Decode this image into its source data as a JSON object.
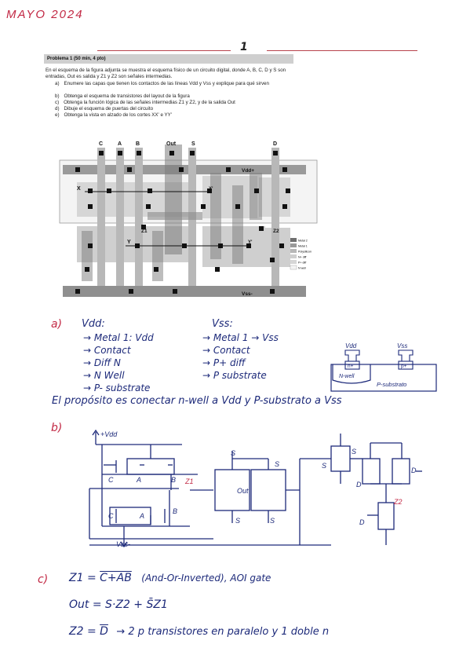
{
  "header": {
    "date": "MAYO 2024",
    "page_number": "1"
  },
  "problem": {
    "title": "Problema 1 (50 min, 4 pto)",
    "intro": "En el esquema de la figura adjunta se muestra el esquema físico de un circuito digital, donde A, B, C, D y S son entradas, Out es salida y Z1 y Z2 son señales intermedias.",
    "questions": [
      {
        "letter": "a)",
        "text": "Enumere las capas que tienen los contactos de las líneas Vdd y Vss y explique para qué sirven"
      },
      {
        "letter": "b)",
        "text": "Obtenga el esquema de transistores del layout de la figura"
      },
      {
        "letter": "c)",
        "text": "Obtenga la función lógica de las señales intermedias Z1 y Z2, y de la salida Out"
      },
      {
        "letter": "d)",
        "text": "Dibuje el esquema de puertas del circuito"
      },
      {
        "letter": "e)",
        "text": "Obtenga la vista en alzado de los cortes XX' e YY'"
      }
    ]
  },
  "layout": {
    "top_labels": [
      "C",
      "A",
      "B",
      "Out",
      "S",
      "D"
    ],
    "labels": {
      "vdd": "Vdd+",
      "vss": "Vss-",
      "x": "X",
      "x2": "X'",
      "y": "Y",
      "y2": "Y'",
      "z1": "Z1",
      "z2": "Z2"
    },
    "legend": [
      "Metal 2",
      "Metal 1",
      "Polysilicon",
      "N+ diff",
      "P+ diff",
      "N well"
    ]
  },
  "answer_a": {
    "label": "a)",
    "vdd_title": "Vdd:",
    "vdd_items": [
      "→ Metal 1: Vdd",
      "→ Contact",
      "→ Diff N",
      "→ N Well",
      "→ P- substrate"
    ],
    "vss_title": "Vss:",
    "vss_items": [
      "→ Metal 1 → Vss",
      "→ Contact",
      "→ P+ diff",
      "→ P substrate"
    ],
    "sketch": {
      "vdd": "Vdd",
      "vss": "Vss",
      "nplus": "n+",
      "pplus": "p+",
      "nwell": "N-well",
      "psub": "P-substrato"
    },
    "purpose": "El propósito es conectar n-well a Vdd y P-substrato a Vss"
  },
  "answer_b": {
    "label": "b)",
    "vdd": "+Vdd",
    "vss": "Vss-",
    "labels": {
      "c": "C",
      "a": "A",
      "b": "B",
      "z1": "Z1",
      "out": "Out",
      "s": "S",
      "sbar": "S",
      "d": "D",
      "z2": "Z2"
    }
  },
  "answer_c": {
    "label": "c)",
    "z1_lhs": "Z1 =",
    "z1_rhs": "C+AB",
    "z1_note": "(And-Or-Inverted), AOI gate",
    "out_line": "Out = S·Z2 + S̄Z1",
    "z2_lhs": "Z2 =",
    "z2_rhs": "D",
    "z2_note": "→ 2 p transistores en paralelo y 1 doble n"
  }
}
